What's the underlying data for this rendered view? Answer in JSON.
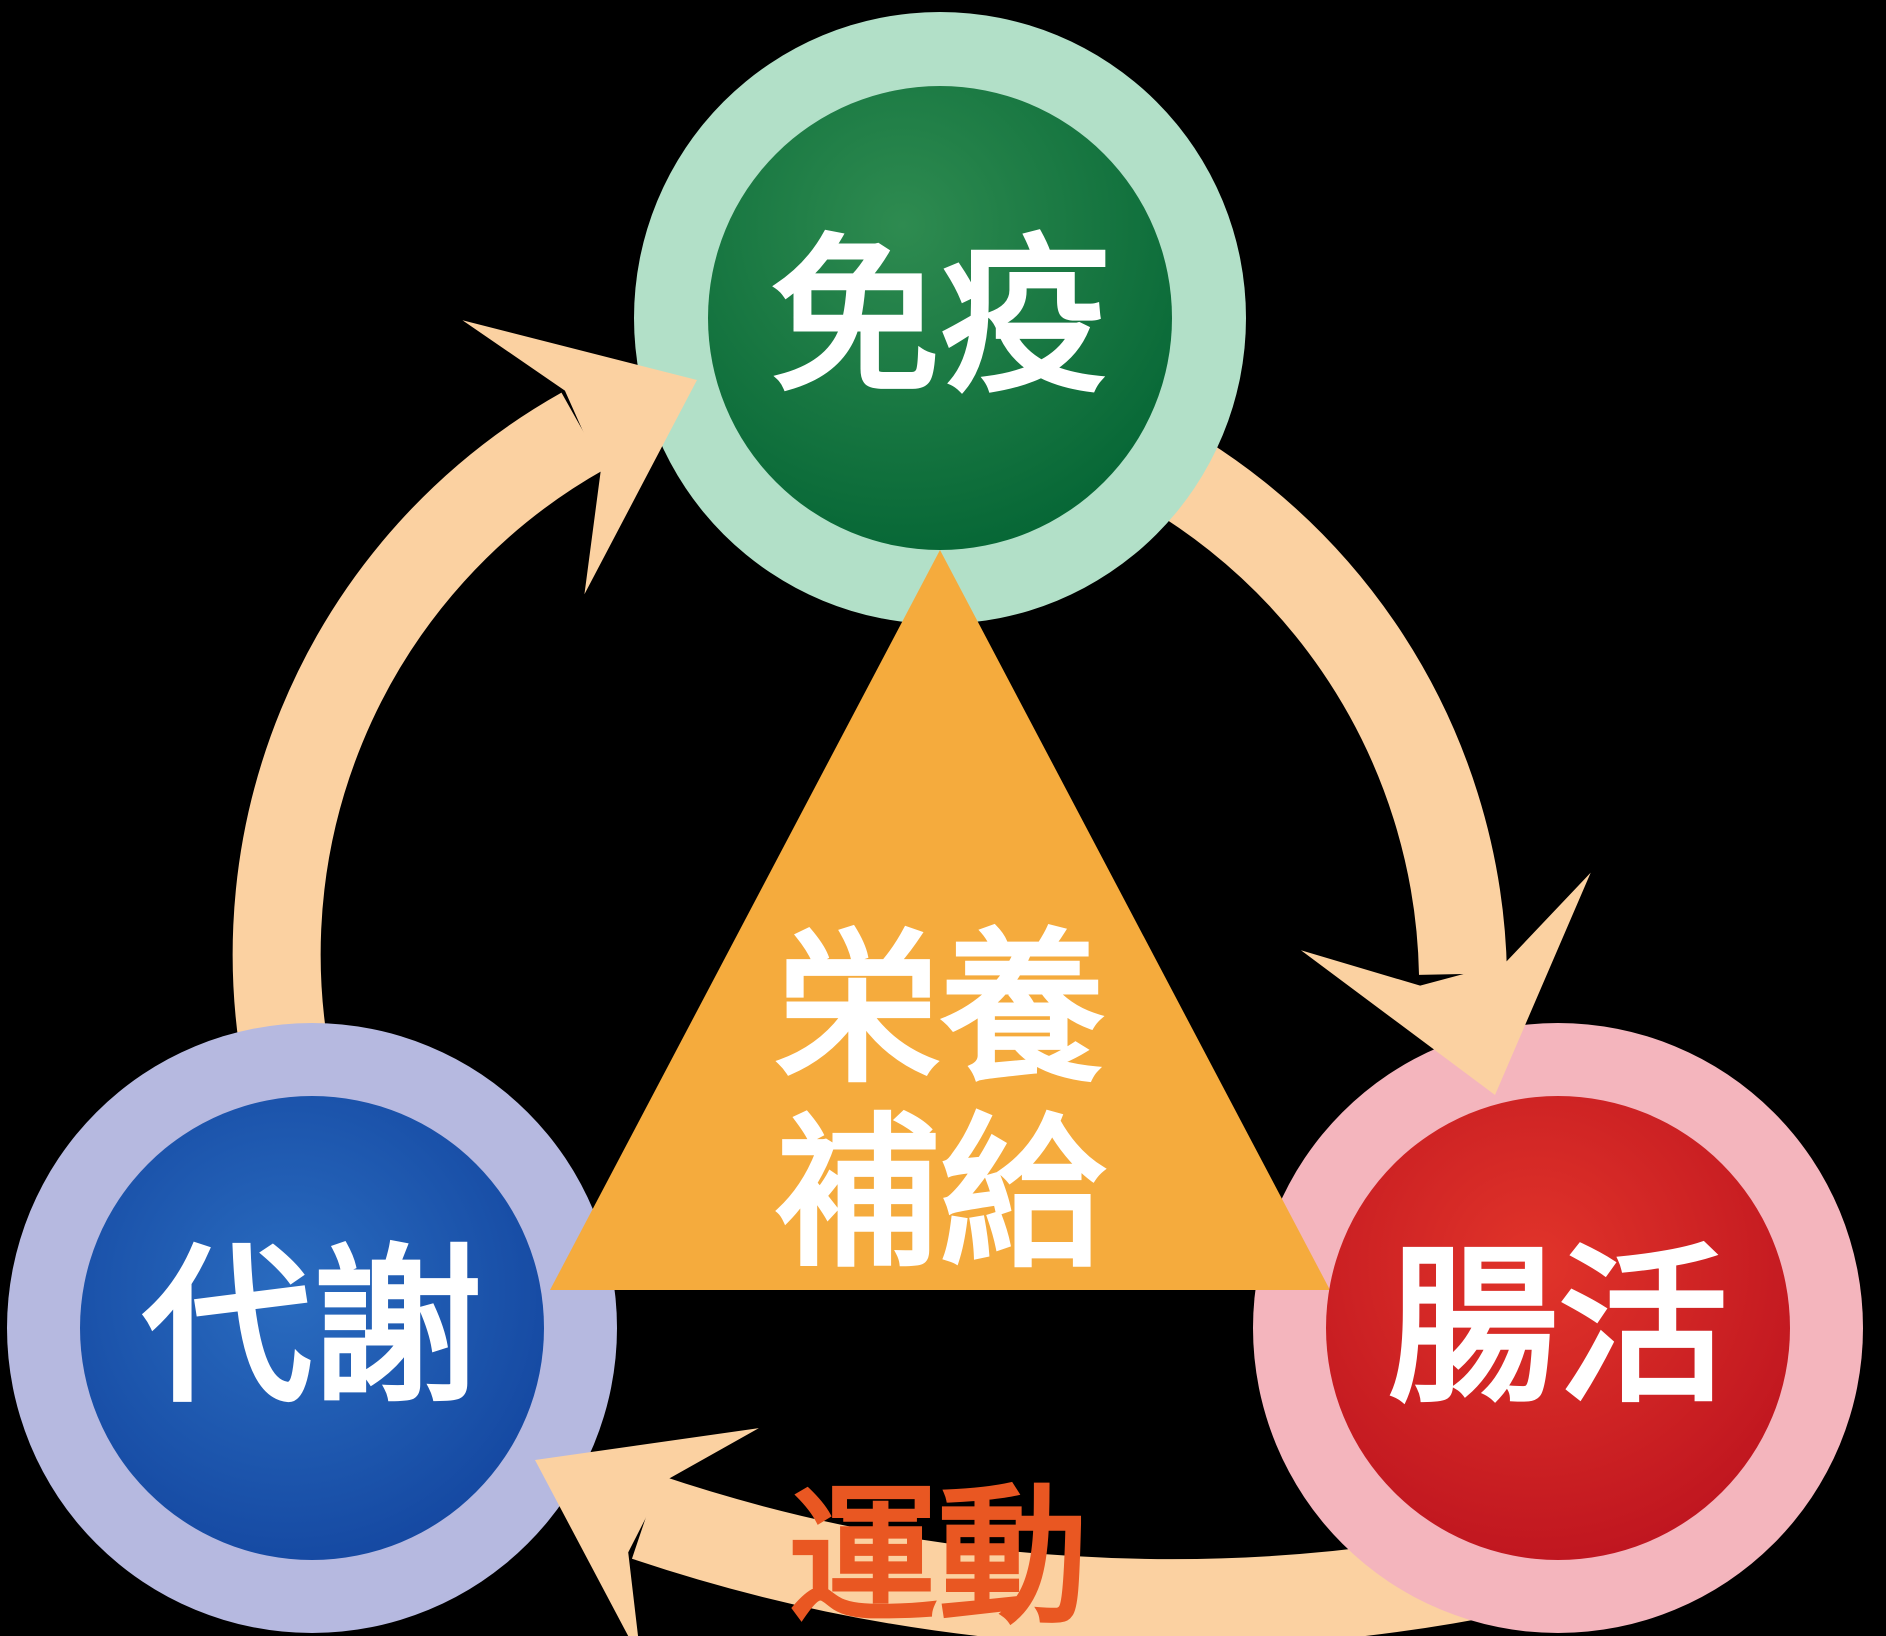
{
  "diagram": {
    "background_color": "#000000",
    "arrow_color": "#FBD1A1",
    "nodes": [
      {
        "id": "immunity",
        "label": "免疫",
        "halo_color": "#B2E0C8",
        "fill_start": "#2E8B50",
        "fill_end": "#026333",
        "text_color": "#FFFFFF"
      },
      {
        "id": "metabolism",
        "label": "代謝",
        "halo_color": "#B6B9E0",
        "fill_start": "#2A6CC0",
        "fill_end": "#0E3D98",
        "text_color": "#FFFFFF"
      },
      {
        "id": "gut-health",
        "label": "腸活",
        "halo_color": "#F4B5BD",
        "fill_start": "#E1342A",
        "fill_end": "#B80F1D",
        "text_color": "#FFFFFF"
      }
    ],
    "triangle": {
      "line1": "栄養",
      "line2": "補給",
      "fill": "#F5AB3D",
      "text_color": "#FFFFFF"
    },
    "cycle_label": {
      "text": "運動",
      "color": "#E95722"
    }
  }
}
